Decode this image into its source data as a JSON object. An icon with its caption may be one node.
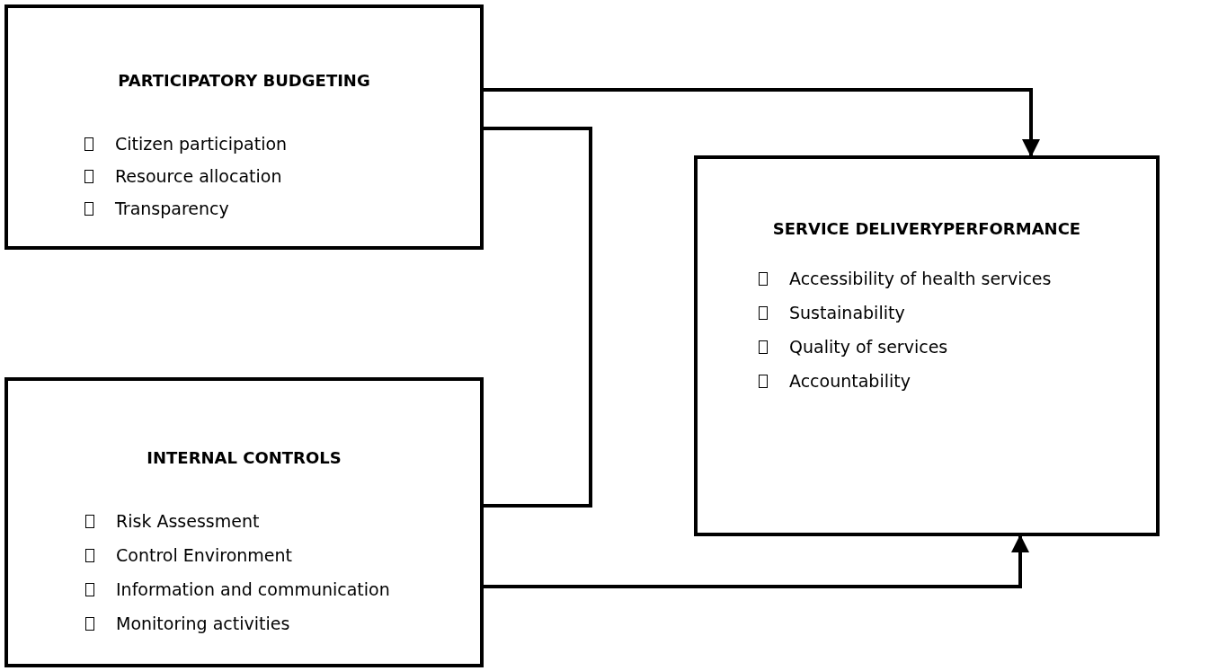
{
  "diagram": {
    "nodes": [
      {
        "text": [
          "PARTICIPATORY BUDGETING",
          "Citizen participation",
          "Resource allocation",
          "Transparency"
        ]
      },
      {
        "text": [
          "INTERNAL CONTROLS",
          "Risk Assessment",
          "Control Environment",
          "Information and communication",
          "Monitoring activities"
        ]
      },
      {
        "text": [
          "SERVICE DELIVERYPERFORMANCE",
          "Accessibility of health services",
          "Sustainability",
          "Quality of services",
          "Accountability"
        ]
      }
    ],
    "edges": [
      {
        "from": 0,
        "to": 2,
        "arrow": "to"
      },
      {
        "from": 0,
        "to": 1,
        "arrow": "none"
      },
      {
        "from": 1,
        "to": 2,
        "arrow": "to"
      }
    ]
  }
}
